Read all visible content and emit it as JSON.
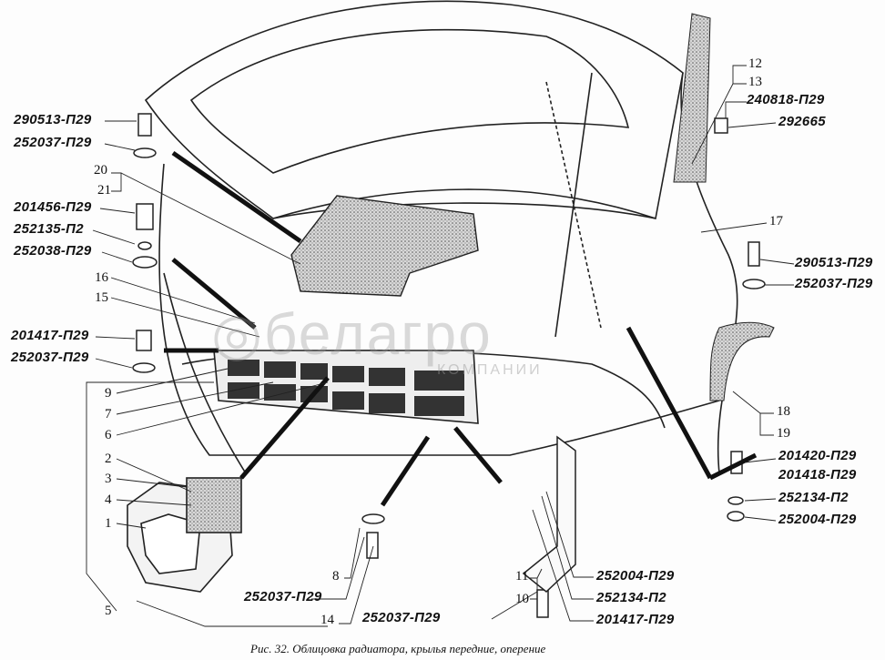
{
  "figure": {
    "caption": "Рис. 32. Облицовка радиатора, крылья передние, оперение",
    "watermark": {
      "logo": "белагро",
      "sub": "КОМПАНИИ"
    }
  },
  "labels_left": [
    "290513-П29",
    "252037-П29",
    "20",
    "21",
    "201456-П29",
    "252135-П2",
    "252038-П29",
    "16",
    "15",
    "201417-П29",
    "252037-П29",
    "9",
    "7",
    "6",
    "2",
    "3",
    "4",
    "1",
    "5"
  ],
  "labels_right": [
    "12",
    "13",
    "240818-П29",
    "292665",
    "17",
    "290513-П29",
    "252037-П29",
    "18",
    "19",
    "201420-П29",
    "201418-П29",
    "252134-П2",
    "252004-П29"
  ],
  "labels_bottom": [
    "8",
    "252037-П29",
    "14",
    "11",
    "10",
    "252037-П29",
    "252004-П29",
    "252134-П2",
    "201417-П29"
  ]
}
